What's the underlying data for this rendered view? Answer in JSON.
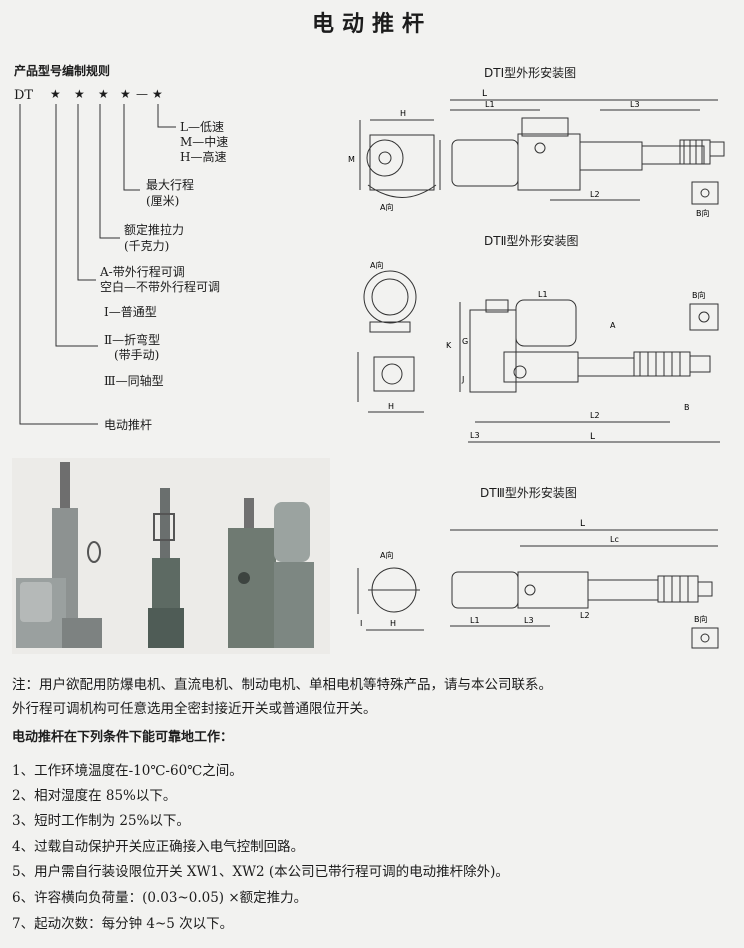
{
  "title": "电动推杆",
  "coding": {
    "title": "产品型号编制规则",
    "prefix": "DT",
    "stars": [
      "★",
      "★",
      "★",
      "★",
      "★"
    ],
    "dash": "—",
    "speeds": [
      "L—低速",
      "M—中速",
      "H—高速"
    ],
    "stroke": [
      "最大行程",
      "(厘米)"
    ],
    "thrust": [
      "额定推拉力",
      "(千克力)"
    ],
    "adjust": [
      "A-带外行程可调",
      "空白—不带外行程可调"
    ],
    "types": [
      "Ⅰ—普通型",
      "Ⅱ—折弯型",
      "(带手动)",
      "Ⅲ—同轴型"
    ],
    "product": "电动推杆"
  },
  "drawings": {
    "d1": {
      "title": "DTⅠ型外形安装图",
      "labels": [
        "L",
        "L1",
        "L2",
        "L3",
        "A向",
        "B向",
        "H",
        "M"
      ]
    },
    "d2": {
      "title": "DTⅡ型外形安装图",
      "labels": [
        "A向",
        "B向",
        "L",
        "L1",
        "L2",
        "L3",
        "K",
        "G",
        "J",
        "H",
        "A",
        "B"
      ]
    },
    "d3": {
      "title": "DTⅢ型外形安装图",
      "labels": [
        "A向",
        "B向",
        "L",
        "Lc",
        "L1",
        "L2",
        "L3",
        "H",
        "I"
      ]
    }
  },
  "notes": [
    "注：用户欲配用防爆电机、直流电机、制动电机、单相电机等特殊产品，请与本公司联系。",
    "外行程可调机构可任意选用全密封接近开关或普通限位开关。"
  ],
  "conditions_title": "电动推杆在下列条件下能可靠地工作：",
  "conditions": [
    "1、工作环境温度在-10℃-60℃之间。",
    "2、相对湿度在 85%以下。",
    "3、短时工作制为 25%以下。",
    "4、过载自动保护开关应正确接入电气控制回路。",
    "5、用户需自行装设限位开关 XW1、XW2 (本公司已带行程可调的电动推杆除外)。",
    "6、许容横向负荷量：(0.03~0.05) ×额定推力。",
    "7、起动次数：每分钟 4~5 次以下。"
  ]
}
